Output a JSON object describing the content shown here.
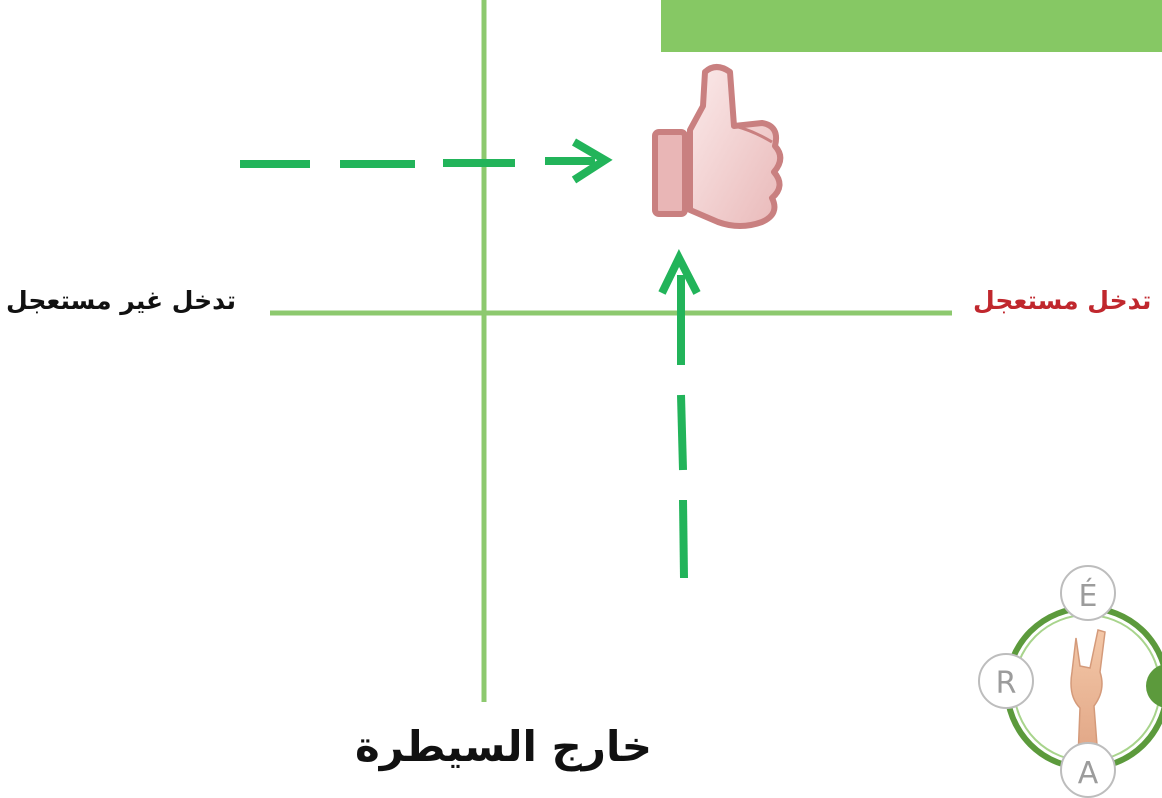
{
  "banner": {
    "text": ""
  },
  "axis_labels": {
    "right": "تدخل مستعجل",
    "left": "تدخل غير مستعجل",
    "bottom": "خارج السيطرة"
  },
  "logo": {
    "letters": [
      "É",
      "R",
      "A"
    ]
  },
  "colors": {
    "axis": "#8dc96f",
    "arrow": "#22b45a",
    "banner": "#86c864",
    "urgent_label": "#c0272d",
    "logo_ring": "#5c9a3c",
    "thumb_stroke": "#c98080",
    "thumb_fill": "#f6dcdc"
  },
  "icons": {
    "quadrant_marker": "thumbs-up-icon",
    "logo_hand": "peace-hand-icon"
  }
}
